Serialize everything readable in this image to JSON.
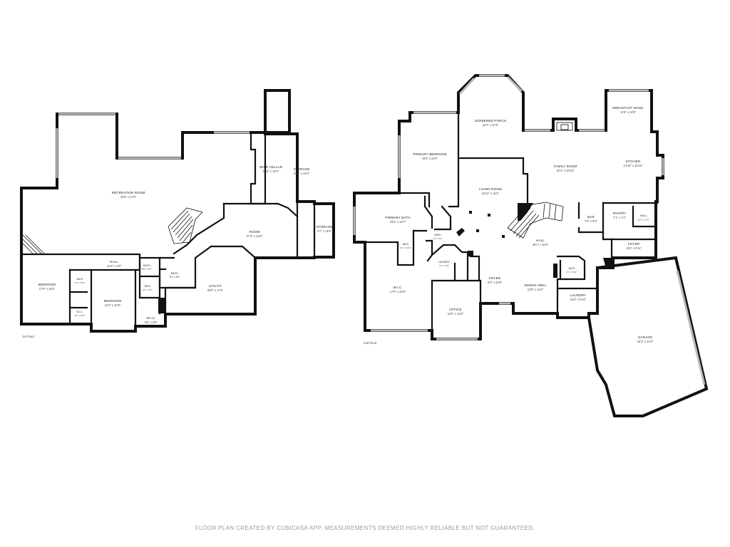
{
  "floors": [
    {
      "label": "1st Floor",
      "rooms": [
        {
          "id": "recreation-room",
          "name": "RECREATION ROOM",
          "dim": "33'5\" x 37'5\""
        },
        {
          "id": "wine-cellar",
          "name": "WINE CELLAR",
          "dim": "9'10\" x 18'2\""
        },
        {
          "id": "storage-1",
          "name": "STORAGE",
          "dim": "24'1\" x 44'4\""
        },
        {
          "id": "storage-2",
          "name": "STORAGE",
          "dim": "4'7\" x 14'5\""
        },
        {
          "id": "room",
          "name": "ROOM",
          "dim": "27'3\" x 10'0\""
        },
        {
          "id": "utility",
          "name": "UTILITY",
          "dim": "25'8\" x 17'5\""
        },
        {
          "id": "bedroom-1",
          "name": "BEDROOM",
          "dim": "17'9\" x 18'1\""
        },
        {
          "id": "bedroom-2",
          "name": "BEDROOM",
          "dim": "12'2\" x 10'5\""
        },
        {
          "id": "hall-1",
          "name": "HALL",
          "dim": "12'2\" x 3'8\""
        },
        {
          "id": "bath-1",
          "name": "BATH",
          "dim": "5'0\" x 8'10\""
        },
        {
          "id": "wic-1",
          "name": "W.I.C.",
          "dim": "3'4\" x 4'10\""
        },
        {
          "id": "bath-2",
          "name": "BATH",
          "dim": "5'6\" x 5'7\""
        },
        {
          "id": "bath-3",
          "name": "BATH",
          "dim": "9'4\" x 8'6\""
        },
        {
          "id": "bath-4",
          "name": "BATH",
          "dim": "5'0\" x 5'0\""
        },
        {
          "id": "wic-2",
          "name": "W.I.C.",
          "dim": "9'6\" x 8'6\""
        }
      ]
    },
    {
      "label": "2nd Floor",
      "rooms": [
        {
          "id": "screened-porch",
          "name": "SCREENED PORCH",
          "dim": "16'7\" x 21'5\""
        },
        {
          "id": "primary-bedroom",
          "name": "PRIMARY BEDROOM",
          "dim": "15'5\" x 24'0\""
        },
        {
          "id": "breakfast-nook",
          "name": "BREAKFAST NOOK",
          "dim": "11'8\" x 10'8\""
        },
        {
          "id": "kitchen",
          "name": "KITCHEN",
          "dim": "14'10\" x 18'10\""
        },
        {
          "id": "family-room",
          "name": "FAMILY ROOM",
          "dim": "22'4\" x 18'10\""
        },
        {
          "id": "living-room",
          "name": "LIVING ROOM",
          "dim": "16'11\" x 16'1\""
        },
        {
          "id": "primary-bath",
          "name": "PRIMARY BATH",
          "dim": "23'2\" x 13'7\""
        },
        {
          "id": "bar",
          "name": "BAR",
          "dim": "7'2\" x 9'2\""
        },
        {
          "id": "pantry",
          "name": "PANTRY",
          "dim": "7'1\" x 7'2\""
        },
        {
          "id": "hall-2",
          "name": "HALL",
          "dim": "5'7\" x 7'2\""
        },
        {
          "id": "foyer-1",
          "name": "FOYER",
          "dim": "11'6\" x 8'11\""
        },
        {
          "id": "bath-5",
          "name": "BATH",
          "dim": "3'4\" x 5'0\""
        },
        {
          "id": "bath-6",
          "name": "BATH",
          "dim": "4'1\" x 11'10\""
        },
        {
          "id": "laundry-1",
          "name": "LAUNDRY",
          "dim": "7'0\" x 11'8\""
        },
        {
          "id": "hall-3",
          "name": "HALL",
          "dim": "40'1\" x 16'2\""
        },
        {
          "id": "bath-7",
          "name": "BATH",
          "dim": "6'1\" x 5'10\""
        },
        {
          "id": "wic-3",
          "name": "W.I.C.",
          "dim": "17'0\" x 24'6\""
        },
        {
          "id": "foyer-2",
          "name": "FOYER",
          "dim": "8'3\" x 12'8\""
        },
        {
          "id": "dining-area",
          "name": "DINING AREA",
          "dim": "12'8\" x 15'4\""
        },
        {
          "id": "laundry-2",
          "name": "LAUNDRY",
          "dim": "10'2\" x 8'10\""
        },
        {
          "id": "office",
          "name": "OFFICE",
          "dim": "12'6\" x 15'3\""
        },
        {
          "id": "garage",
          "name": "GARAGE",
          "dim": "25'0\" x 41'0\""
        }
      ]
    }
  ],
  "footer": "FLOOR PLAN CREATED BY CUBICASA APP. MEASUREMENTS DEEMED HIGHLY RELIABLE BUT NOT GUARANTEED."
}
